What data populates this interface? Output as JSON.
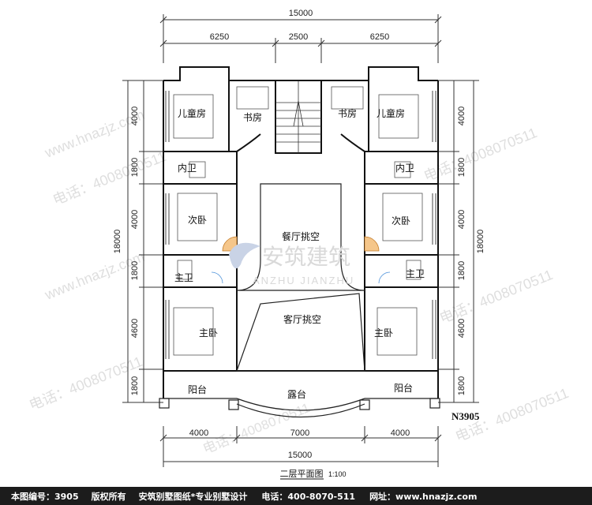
{
  "dims": {
    "top_total": "15000",
    "top_parts": [
      "6250",
      "2500",
      "6250"
    ],
    "bottom_total": "15000",
    "bottom_parts": [
      "4000",
      "7000",
      "4000"
    ],
    "left_total": "18000",
    "right_total": "18000",
    "left_parts": [
      "4000",
      "1800",
      "4000",
      "1800",
      "4600",
      "1800"
    ],
    "right_parts": [
      "4000",
      "1800",
      "4000",
      "1800",
      "4600",
      "1800"
    ]
  },
  "rooms": {
    "kids_left": "儿童房",
    "study_left": "书房",
    "study_right": "书房",
    "kids_right": "儿童房",
    "bath_in_left": "内卫",
    "bath_in_right": "内卫",
    "second_left": "次卧",
    "second_right": "次卧",
    "dining_void": "餐厅挑空",
    "master_bath_left": "主卫",
    "master_bath_right": "主卫",
    "living_void": "客厅挑空",
    "master_left": "主卧",
    "master_right": "主卧",
    "balcony_left": "阳台",
    "terrace": "露台",
    "balcony_right": "阳台"
  },
  "plan_code": "N3905",
  "plan_title": "二层平面图",
  "plan_scale": "1:100",
  "watermark": {
    "brand_cn": "安筑建筑",
    "brand_en": "ANZHU JIANZHU",
    "phone_text": "电话：4008070511",
    "url_text": "www.hnazjz.com"
  },
  "footer": {
    "code_label": "本图编号：3905",
    "copyright": "版权所有",
    "slogan": "安筑别墅图纸*专业别墅设计",
    "phone_label": "电话：400-8070-511",
    "site_label": "网址：www.hnazjz.com"
  }
}
